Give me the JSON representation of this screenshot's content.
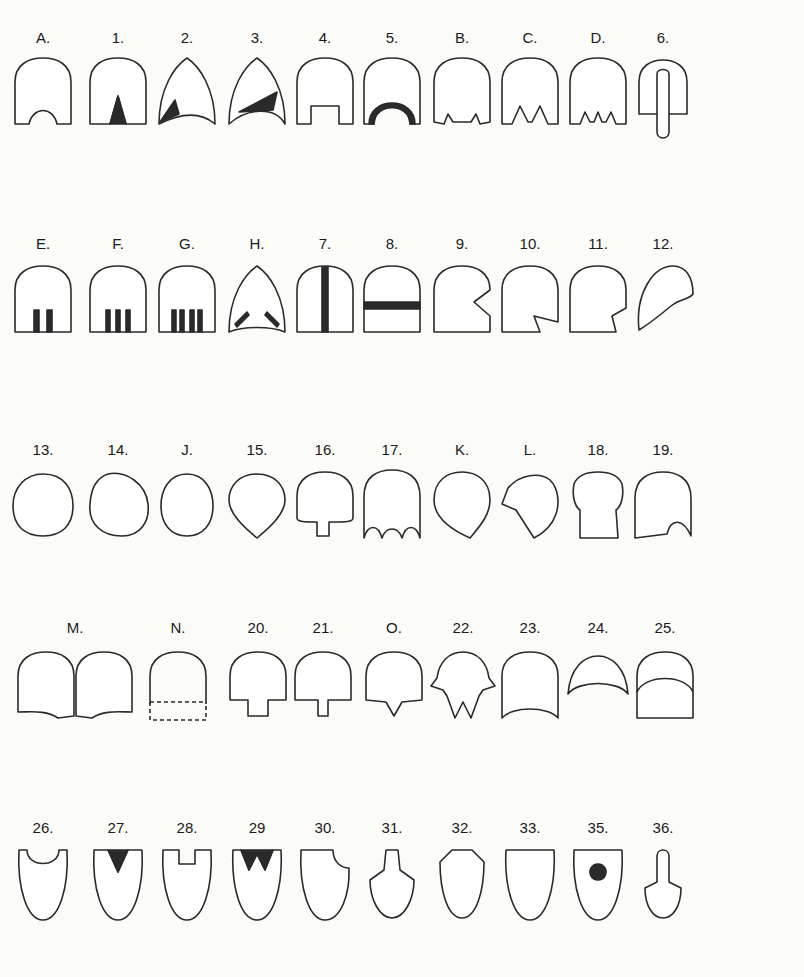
{
  "diagram": {
    "labels": [
      "A.",
      "1.",
      "2.",
      "3.",
      "4.",
      "5.",
      "B.",
      "C.",
      "D.",
      "6.",
      "E.",
      "F.",
      "G.",
      "H.",
      "7.",
      "8.",
      "9.",
      "10.",
      "11.",
      "12.",
      "13.",
      "14.",
      "J.",
      "15.",
      "16.",
      "17.",
      "K.",
      "L.",
      "18.",
      "19.",
      "M.",
      "N.",
      "20.",
      "21.",
      "O.",
      "22.",
      "23.",
      "24.",
      "25.",
      "26.",
      "27.",
      "28.",
      "29",
      "30.",
      "31.",
      "32.",
      "33.",
      "35.",
      "36."
    ]
  }
}
